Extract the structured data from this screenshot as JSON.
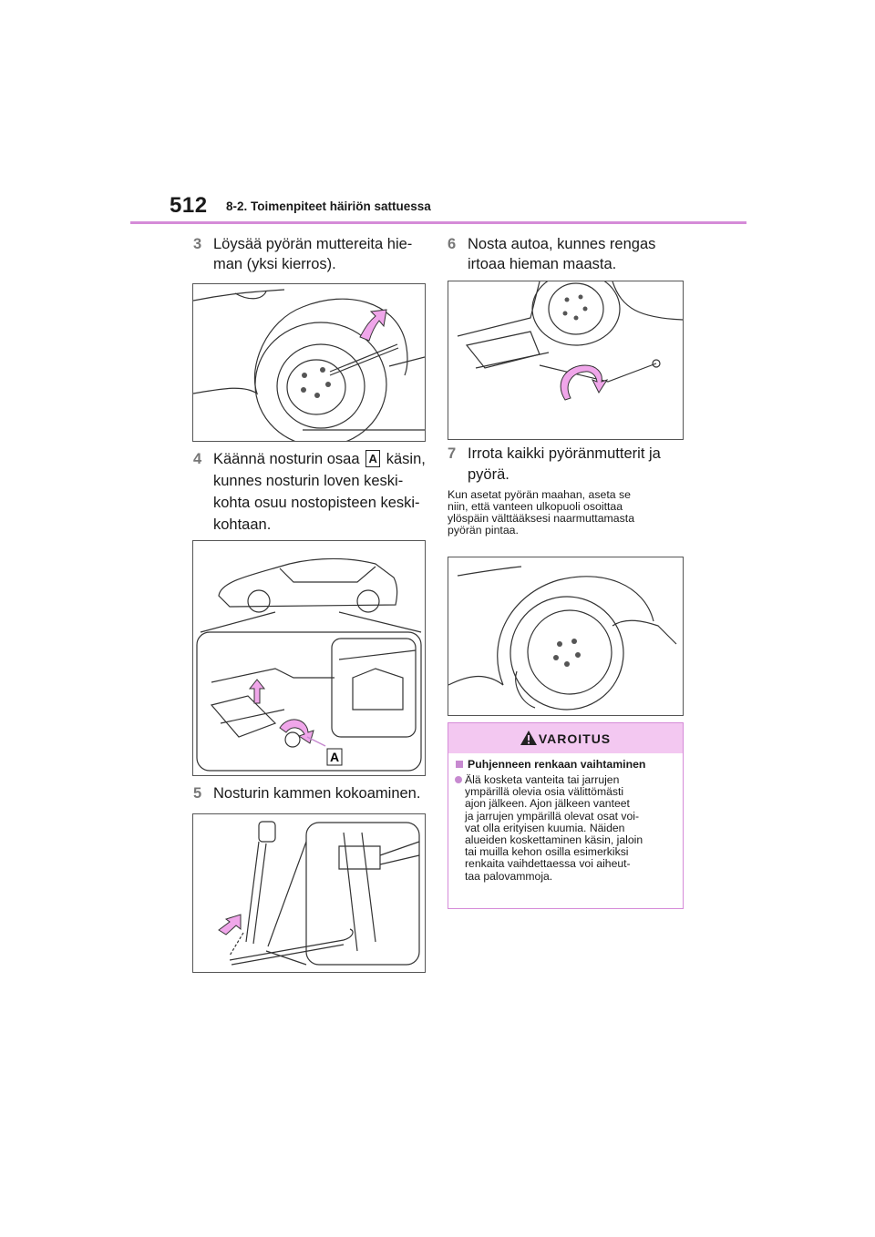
{
  "header": {
    "page_number": "512",
    "section_title": "8-2. Toimenpiteet häiriön sattuessa"
  },
  "steps": {
    "s3": {
      "num": "3",
      "lines": [
        "Löysää pyörän muttereita hie-",
        "man (yksi kierros)."
      ]
    },
    "s4": {
      "num": "4",
      "line1_a": "Käännä nosturin osaa",
      "callout": "A",
      "line1_b": "käsin,",
      "lines": [
        "kunnes nosturin loven keski-",
        "kohta osuu nostopisteen keski-",
        "kohtaan."
      ]
    },
    "s5": {
      "num": "5",
      "lines": [
        "Nosturin kammen kokoaminen."
      ]
    },
    "s6": {
      "num": "6",
      "lines": [
        "Nosta autoa, kunnes rengas",
        "irtoaa hieman maasta."
      ]
    },
    "s7": {
      "num": "7",
      "lines": [
        "Irrota kaikki pyöränmutterit ja",
        "pyörä."
      ]
    }
  },
  "note": {
    "lines": [
      "Kun asetat pyörän maahan, aseta se",
      "niin, että vanteen ulkopuoli osoittaa",
      "ylöspäin välttääksesi naarmuttamasta",
      "pyörän pintaa."
    ]
  },
  "figure_labels": {
    "callout_a": "A"
  },
  "warning": {
    "title": "VAROITUS",
    "subtitle": "Puhjenneen renkaan vaihtaminen",
    "lines": [
      "Älä kosketa vanteita tai jarrujen",
      "ympärillä olevia osia välittömästi",
      "ajon jälkeen. Ajon jälkeen vanteet",
      "ja jarrujen ympärillä olevat osat voi-",
      "vat olla erityisen kuumia. Näiden",
      "alueiden koskettaminen käsin, jaloin",
      "tai muilla kehon osilla esimerkiksi",
      "renkaita vaihdettaessa voi aiheut-",
      "taa palovammoja."
    ]
  },
  "colors": {
    "accent": "#d58bd8",
    "warning_header": "#f3c8f1",
    "arrow_fill": "#f0a6ea"
  }
}
